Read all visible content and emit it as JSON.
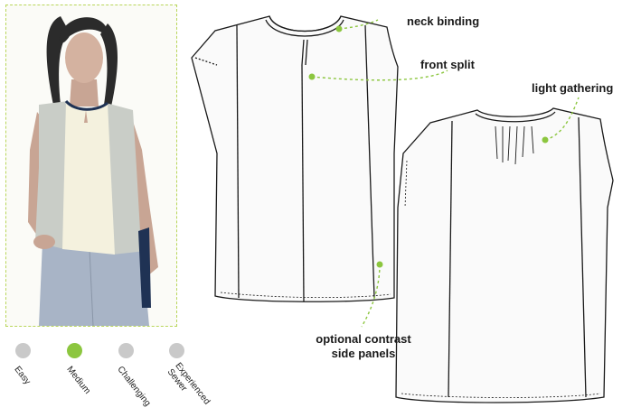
{
  "annotations": {
    "neck_binding": "neck binding",
    "front_split": "front split",
    "light_gathering": "light gathering",
    "side_panels_line1": "optional contrast",
    "side_panels_line2": "side panels"
  },
  "difficulty": {
    "levels": [
      {
        "label": "Easy",
        "selected": false
      },
      {
        "label": "Medium",
        "selected": true
      },
      {
        "label": "Challenging",
        "selected": false
      },
      {
        "label": "Experienced\nSewer",
        "selected": false
      }
    ],
    "active_color": "#8cc63f",
    "inactive_color": "#c9c9c9"
  },
  "colors": {
    "accent_green": "#8cc63f",
    "frame_border": "#b9d65a",
    "garment_line": "#1a1a1a"
  },
  "icons": [
    "model-illustration",
    "front-view-flat-drawing",
    "back-view-flat-drawing"
  ]
}
